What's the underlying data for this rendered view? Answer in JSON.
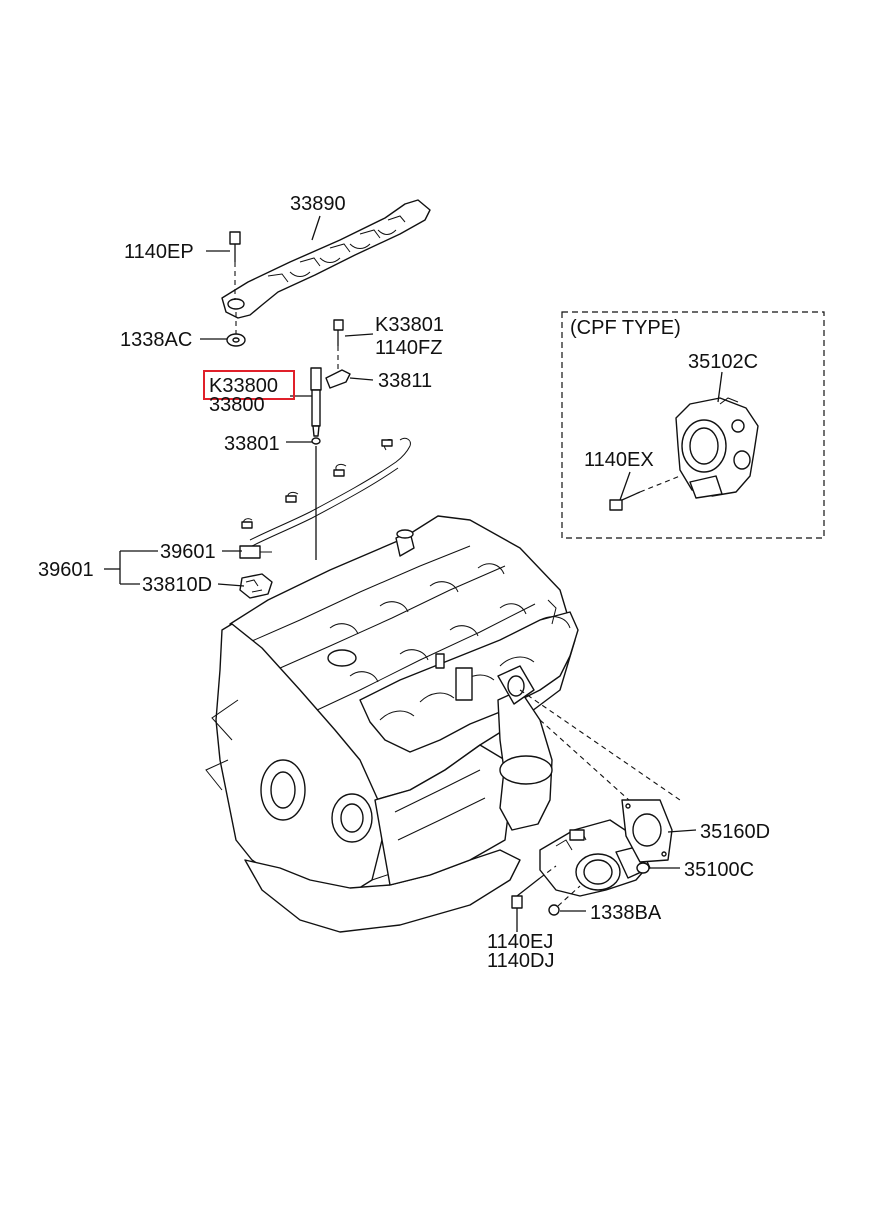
{
  "highlight_color": "#e0202a",
  "inset": {
    "title": "(CPF TYPE)"
  },
  "labels": {
    "p33890": "33890",
    "p1140EP": "1140EP",
    "p1338AC": "1338AC",
    "pK33801": "K33801",
    "p1140FZ": "1140FZ",
    "p33811": "33811",
    "pK33800": "K33800",
    "p33800": "33800",
    "p33801": "33801",
    "p39601_group": "39601",
    "p39601": "39601",
    "p33810D": "33810D",
    "p35102C": "35102C",
    "p1140EX": "1140EX",
    "p35160D": "35160D",
    "p35100C": "35100C",
    "p1338BA": "1338BA",
    "p1140EJ": "1140EJ",
    "p1140DJ": "1140DJ"
  },
  "icons": [
    "engine-block",
    "injector-cover",
    "injector",
    "wiring-harness",
    "throttle-body",
    "gasket",
    "bolt",
    "nut",
    "washer",
    "clamp"
  ]
}
